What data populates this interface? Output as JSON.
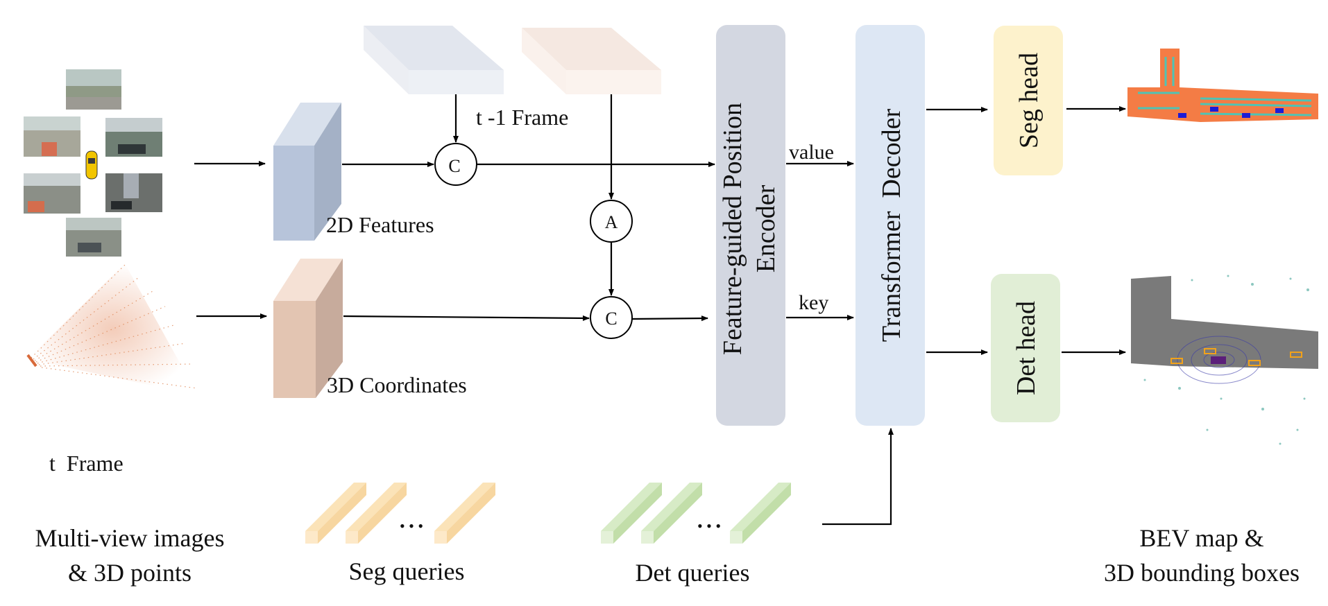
{
  "input": {
    "caption_line1": "Multi-view images",
    "caption_line2": "& 3D points",
    "frame_label": "t  Frame"
  },
  "prev_frame": {
    "label": "t -1 Frame"
  },
  "features": {
    "features_2d": "2D Features",
    "coords_3d": "3D Coordinates"
  },
  "ops": {
    "concat": "C",
    "align": "A"
  },
  "encoder": {
    "line1": "Feature-guided Position",
    "line2": "Encoder"
  },
  "decoder": {
    "label": "Transformer  Decoder"
  },
  "edges": {
    "value": "value",
    "key": "key"
  },
  "heads": {
    "seg": "Seg head",
    "det": "Det head"
  },
  "queries": {
    "seg": "Seg queries",
    "det": "Det queries",
    "ellipsis": "• • •"
  },
  "output": {
    "line1": "BEV map &",
    "line2": "3D bounding boxes"
  },
  "colors": {
    "features_2d": "#b7c4da",
    "coords_3d": "#e3c5b2",
    "encoder": "#d3d7e1",
    "decoder": "#dde7f4",
    "seg_head": "#fdf2cc",
    "det_head": "#e1eed6",
    "seg_query": "#fbe3b8",
    "det_query": "#d7ebc6",
    "bev_road": "#f47c45",
    "bev_lane": "#4fc3b4"
  }
}
